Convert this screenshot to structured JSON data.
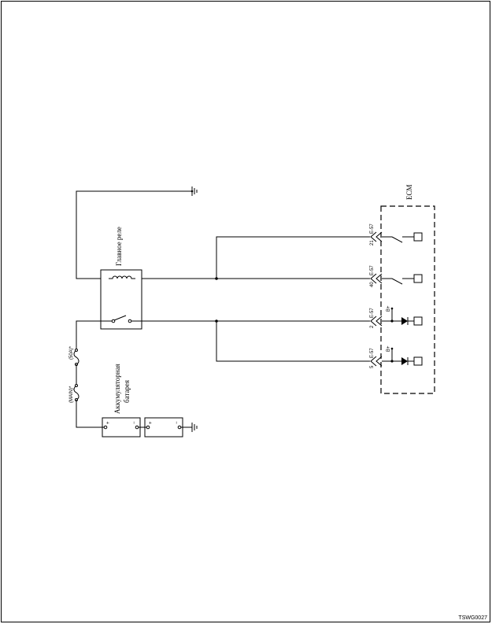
{
  "diagram": {
    "ecm_label": "ECM",
    "main_relay_label": "Главное реле",
    "battery_label_line1": "Аккумуляторная",
    "battery_label_line2": "батарея",
    "fuse_main": "(MAIN)*",
    "fuse_50a": "(50A)*",
    "battery_plus": "+",
    "battery_minus": "−",
    "b_plus": "B+",
    "connectors": [
      {
        "name": "E-57",
        "pin": "21"
      },
      {
        "name": "E-57",
        "pin": "40"
      },
      {
        "name": "E-57",
        "pin": "2"
      },
      {
        "name": "E-57",
        "pin": "5"
      }
    ],
    "drawing_code": "TSWG0027"
  }
}
